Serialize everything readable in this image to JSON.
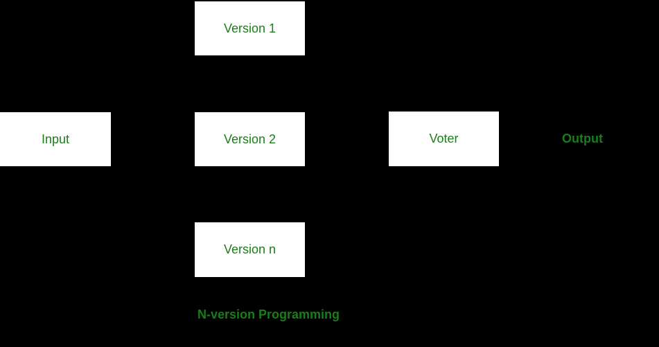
{
  "diagram": {
    "caption": "N-version Programming",
    "colors": {
      "background": "#000000",
      "box_fill": "#ffffff",
      "text_green": "#1a7d1a"
    },
    "nodes": {
      "input": {
        "label": "Input"
      },
      "version1": {
        "label": "Version 1"
      },
      "version2": {
        "label": "Version 2"
      },
      "versionN": {
        "label": "Version n"
      },
      "voter": {
        "label": "Voter"
      },
      "output": {
        "label": "Output"
      }
    }
  }
}
